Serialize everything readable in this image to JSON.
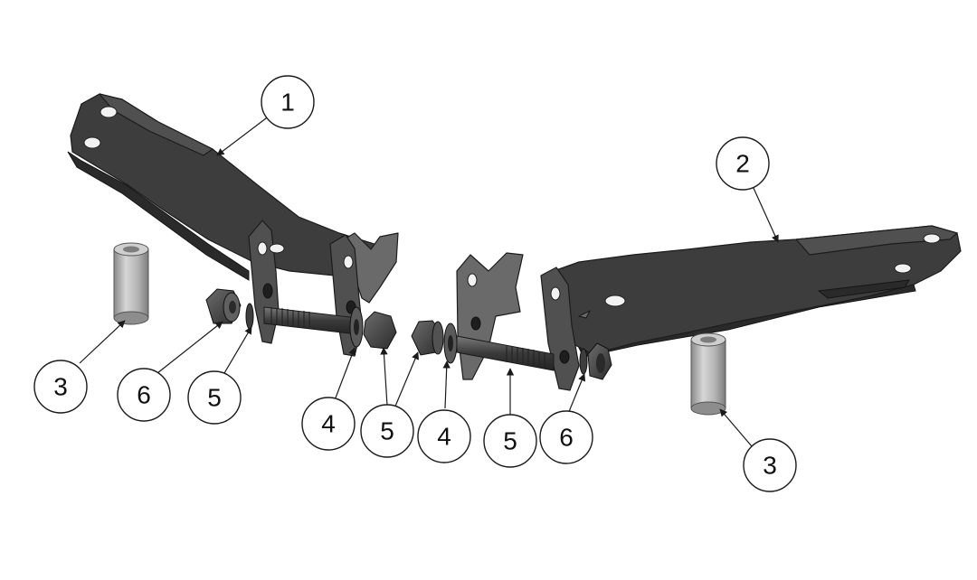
{
  "callouts": [
    {
      "id": "c1",
      "label": "1"
    },
    {
      "id": "c2",
      "label": "2"
    },
    {
      "id": "c3a",
      "label": "3"
    },
    {
      "id": "c3b",
      "label": "3"
    },
    {
      "id": "c4a",
      "label": "4"
    },
    {
      "id": "c4b",
      "label": "4"
    },
    {
      "id": "c5a",
      "label": "5"
    },
    {
      "id": "c5b",
      "label": "5"
    },
    {
      "id": "c5c",
      "label": "5"
    },
    {
      "id": "c6a",
      "label": "6"
    },
    {
      "id": "c6b",
      "label": "6"
    }
  ],
  "colors": {
    "bracket": "#3d3d3d",
    "spacer": "#b0b0b0",
    "hardware": "#4a4a4a",
    "background": "#ffffff"
  }
}
